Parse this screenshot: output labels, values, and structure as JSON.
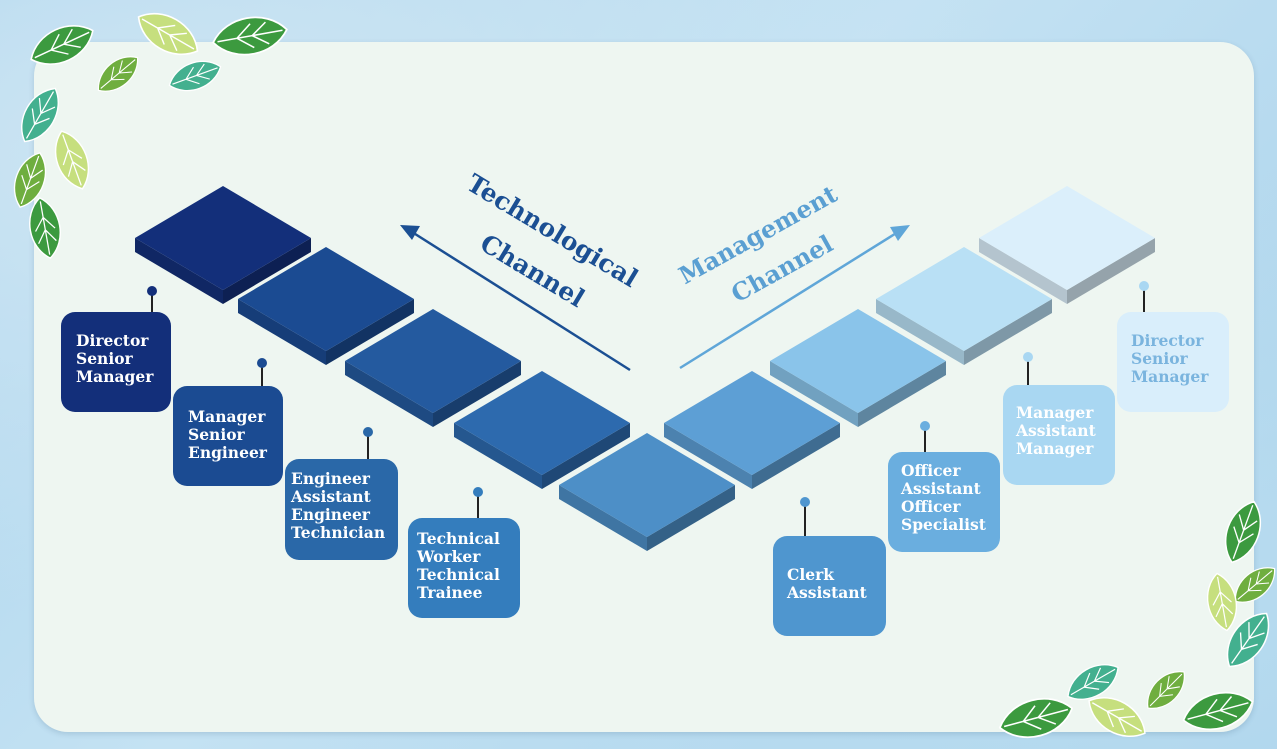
{
  "diagram": {
    "technological_channel": {
      "title_line1": "Technological",
      "title_line2": "Channel",
      "color": "#1b4f93",
      "levels": [
        {
          "lines": [
            "Director",
            "Senior",
            "Manager"
          ],
          "color": "#132f7a"
        },
        {
          "lines": [
            "Manager",
            "Senior",
            "Engineer"
          ],
          "color": "#1b4b92"
        },
        {
          "lines": [
            "Engineer",
            "Assistant",
            "Engineer",
            "Technician"
          ],
          "color": "#2a68a8"
        },
        {
          "lines": [
            "Technical",
            "Worker",
            "Technical",
            "Trainee"
          ],
          "color": "#347dbd"
        }
      ]
    },
    "management_channel": {
      "title_line1": "Management",
      "title_line2": "Channel",
      "color": "#5a9fd2",
      "levels": [
        {
          "lines": [
            "Clerk",
            "Assistant"
          ],
          "color": "#4f96cf"
        },
        {
          "lines": [
            "Officer",
            "Assistant",
            "Officer",
            "Specialist"
          ],
          "color": "#6aaedf"
        },
        {
          "lines": [
            "Manager",
            "Assistant",
            "Manager"
          ],
          "color": "#a9d7f2"
        },
        {
          "lines": [
            "Director",
            "Senior",
            "Manager"
          ],
          "color": "#d9eefb",
          "text_color": "#7ab4de"
        }
      ]
    }
  }
}
